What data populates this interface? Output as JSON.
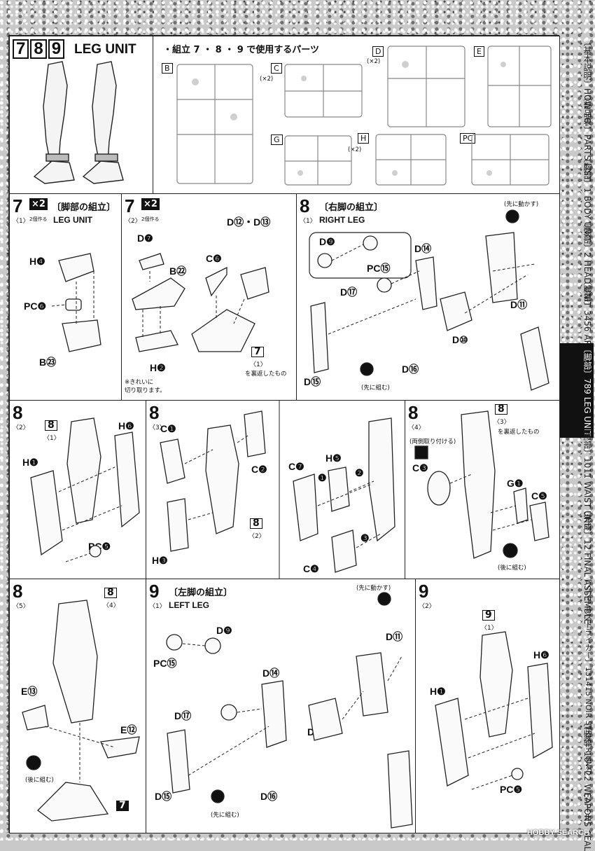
{
  "header": {
    "step_digits": [
      "7",
      "8",
      "9"
    ],
    "title": "LEG UNIT",
    "parts_note": "・組立 7 ・ 8 ・ 9 で使用するパーツ",
    "runners": [
      {
        "id": "B",
        "mult": ""
      },
      {
        "id": "C",
        "mult": "(×2)"
      },
      {
        "id": "D",
        "mult": "(×2)"
      },
      {
        "id": "E",
        "mult": ""
      },
      {
        "id": "G",
        "mult": ""
      },
      {
        "id": "H",
        "mult": "(×2)"
      },
      {
        "id": "PC",
        "mult": ""
      }
    ]
  },
  "steps": {
    "s7_1": {
      "num": "7",
      "sub": "〈1〉",
      "x2": "×2",
      "make": "2個作る",
      "jp": "〔脚部の組立〕",
      "en": "LEG UNIT",
      "parts": [
        "H❹",
        "PC❻",
        "B㉓"
      ]
    },
    "s7_2": {
      "num": "7",
      "sub": "〈2〉",
      "x2": "×2",
      "make": "2個作る",
      "parts": [
        "D❼",
        "B㉒",
        "H❷",
        "C❻",
        "D⑫・D⑬"
      ],
      "note": "※きれいに\n切り取ります。",
      "ref_num": "7",
      "ref_sub": "〈1〉",
      "ref_note": "を裏返したもの"
    },
    "s8_1": {
      "num": "8",
      "sub": "〈1〉",
      "jp": "〔右脚の組立〕",
      "en": "RIGHT LEG",
      "parts": [
        "D❾",
        "PC⑮",
        "D⑭",
        "D⑰",
        "D⑯",
        "D⑮",
        "D⑩",
        "D⑪"
      ],
      "move_first": "(先に動かす)",
      "assemble_first": "(先に組む)"
    },
    "s8_2": {
      "num": "8",
      "sub": "〈2〉",
      "ref": "8",
      "ref_sub": "〈1〉",
      "parts": [
        "H❻",
        "H❶",
        "PC❺"
      ]
    },
    "s8_3": {
      "num": "8",
      "sub": "〈3〉",
      "parts": [
        "C❶",
        "C❷",
        "H❸",
        "C❼",
        "H❺",
        "C❹"
      ],
      "ref": "8",
      "ref_sub": "〈2〉",
      "circles": [
        "❶",
        "❷",
        "❸"
      ]
    },
    "s8_4": {
      "num": "8",
      "sub": "〈4〉",
      "ref": "8",
      "ref_sub": "〈3〉",
      "ref_note": "を裏返したもの",
      "both_side": "(両側取り付ける)",
      "parts": [
        "C❸",
        "G❶",
        "C❺"
      ],
      "after": "(後に組む)"
    },
    "s8_5": {
      "num": "8",
      "sub": "〈5〉",
      "ref": "8",
      "ref_sub": "〈4〉",
      "parts": [
        "E⑬",
        "E⑫"
      ],
      "after": "(後に組む)",
      "ref_bottom": "7"
    },
    "s9_1": {
      "num": "9",
      "sub": "〈1〉",
      "jp": "〔左脚の組立〕",
      "en": "LEFT LEG",
      "parts": [
        "D❾",
        "PC⑮",
        "D⑭",
        "D⑰",
        "D⑯",
        "D⑮",
        "D⑩",
        "D⑪"
      ],
      "move_first": "(先に動かす)",
      "assemble_first": "(先に組む)"
    },
    "s9_2": {
      "num": "9",
      "sub": "〈2〉",
      "ref": "9",
      "ref_sub": "〈1〉",
      "parts": [
        "H❻",
        "H❶",
        "PC❺"
      ]
    }
  },
  "sidebar": [
    {
      "label": "〔基本説明〕HOW TO",
      "active": false
    },
    {
      "label": "〔部品表〕PARTS LIST",
      "active": false
    },
    {
      "label": "〔胸部〕1 BODY UNIT",
      "active": false
    },
    {
      "label": "〔頭部〕2 HEAD UNIT",
      "active": false
    },
    {
      "label": "〔腕部〕3456 ARM UNIT",
      "active": false
    },
    {
      "label": "〔脚部〕789 LEG UNIT",
      "active": true
    },
    {
      "label": "〔腰部〕1011 WAIST UNIT",
      "active": false
    },
    {
      "label": "〔完成〕12 FINAL ASSEMBLE",
      "active": false
    },
    {
      "label": "〔ノワールストライカー〕131415 NOIR STRIKER UNIT",
      "active": false
    },
    {
      "label": "〔武器〕16〜22 WEAPONS",
      "active": false
    },
    {
      "label": "〔シール〕SEAL",
      "active": false
    }
  ],
  "watermark": "HOBBY SEARCH"
}
